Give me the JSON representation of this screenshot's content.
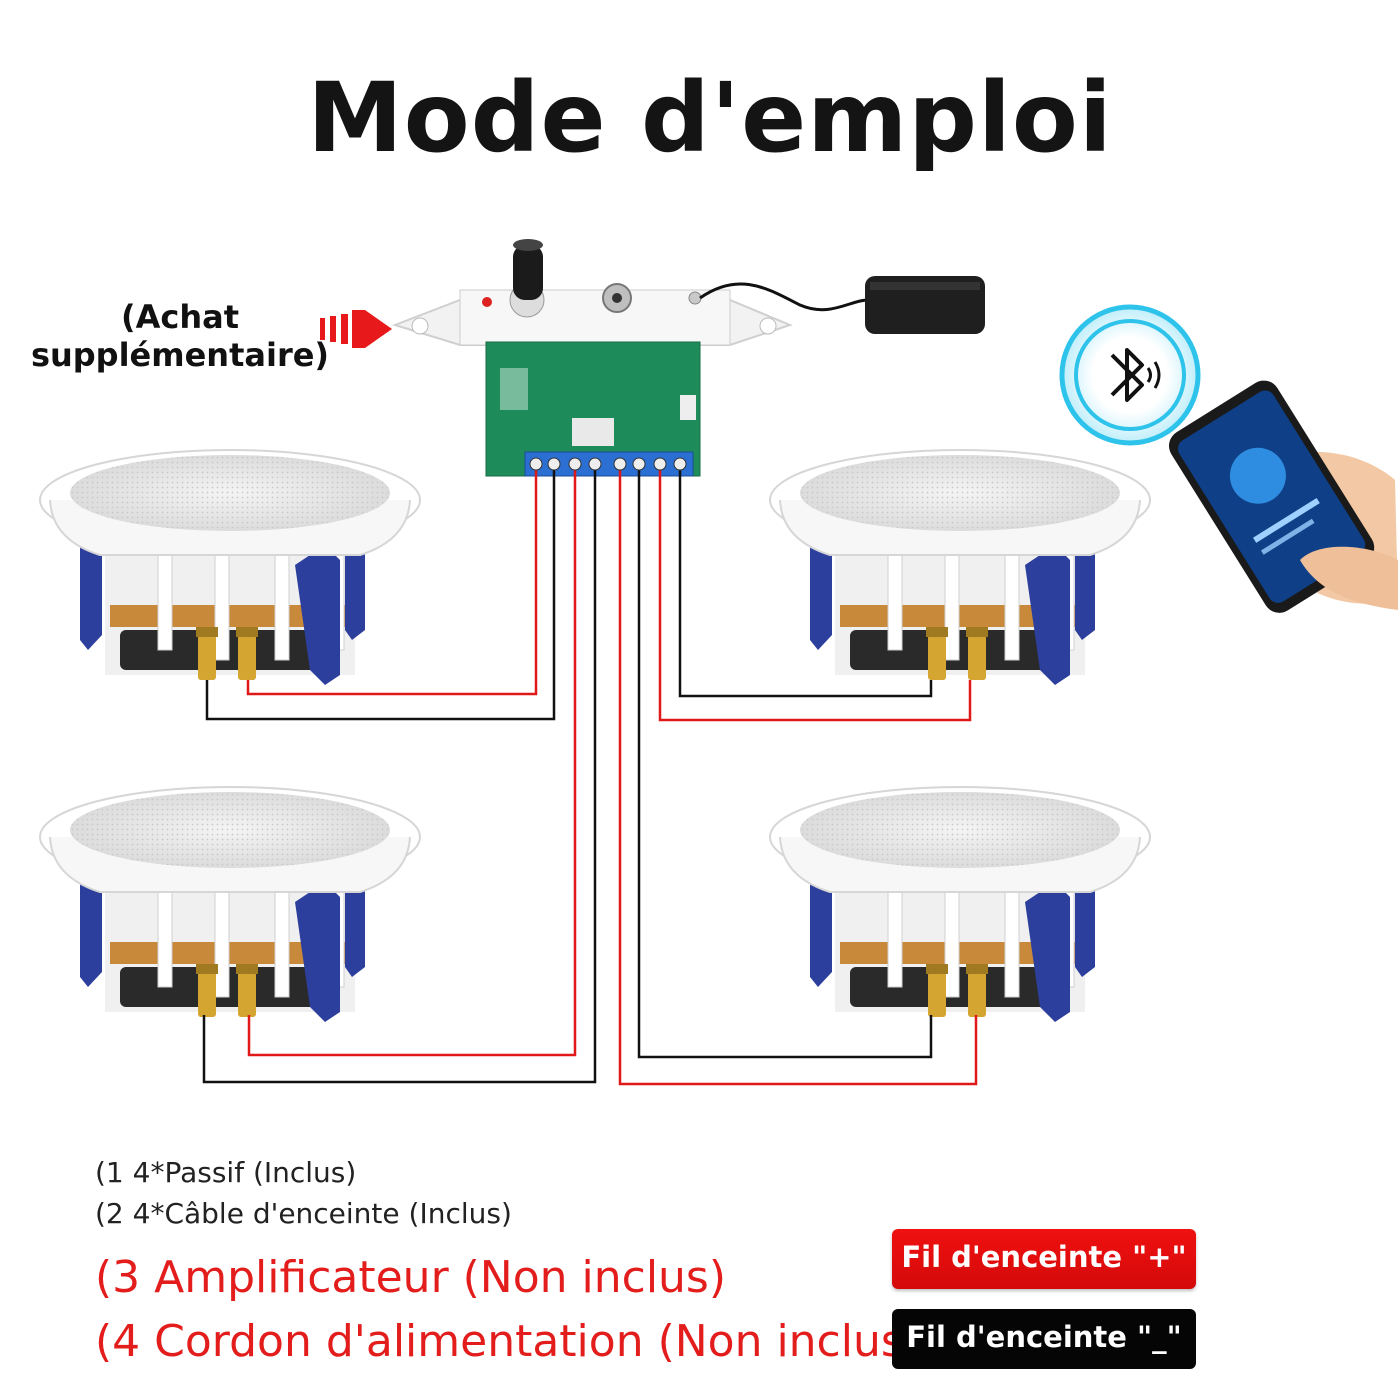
{
  "title": "Mode d'emploi",
  "note_lines": [
    "(Achat",
    "supplémentaire)"
  ],
  "legend": [
    "(1 4*Passif (Inclus)",
    "(2 4*Câble d'enceinte (Inclus)",
    "(3 Amplificateur (Non inclus)",
    "(4 Cordon d'alimentation (Non inclus)"
  ],
  "badges": {
    "plus": "Fil d'enceinte \"+\"",
    "minus": "Fil d'enceinte \"_\""
  },
  "colors": {
    "plus_wire": "#e01818",
    "minus_wire": "#111111",
    "bluetooth": "#2ec3ea",
    "pcb": "#1e8c5a",
    "terminal": "#2a6fd1"
  },
  "icons": [
    "bluetooth-icon",
    "arrow-right-icon"
  ]
}
